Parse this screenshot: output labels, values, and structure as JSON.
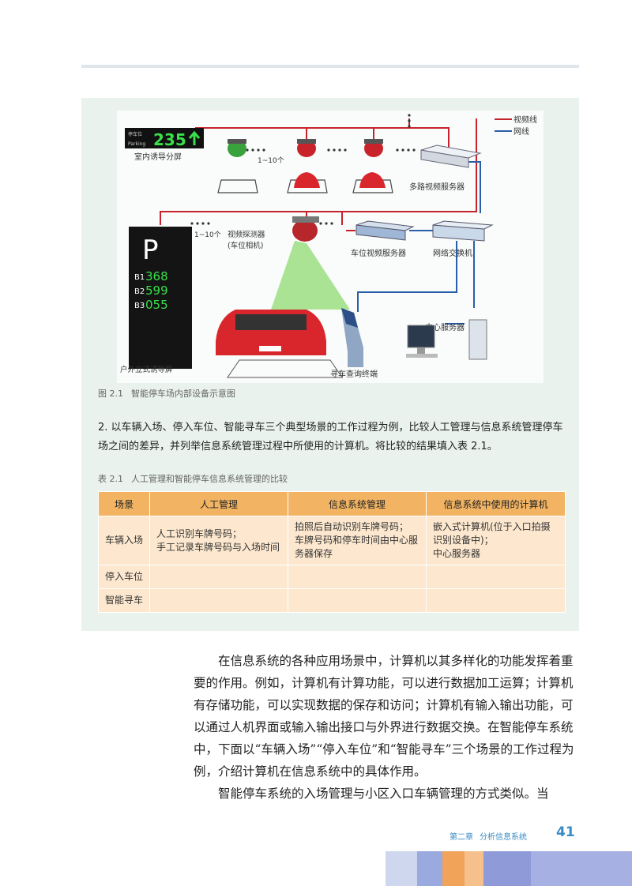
{
  "figure": {
    "legend": [
      "视频线",
      "网线"
    ],
    "indoor_sign": {
      "small_text_1": "停车位",
      "small_text_2": "Parking",
      "number": "235",
      "label": "室内诱导分屏"
    },
    "count_label_top": "1~10个",
    "count_label_mid": "1~10个",
    "multi_server": "多路视频服务器",
    "probe_label_1": "视频探测器",
    "probe_label_2": "(车位相机)",
    "slot_server": "车位视频服务器",
    "switch": "网络交换机",
    "center_server": "中心服务器",
    "kiosk": "寻车查询终端",
    "outdoor": {
      "p": "P",
      "rows": [
        {
          "k": "B1",
          "v": "368"
        },
        {
          "k": "B2",
          "v": "599"
        },
        {
          "k": "B3",
          "v": "055"
        }
      ],
      "label": "户外立式诱导屏"
    },
    "colors": {
      "video_line": "#c8222a",
      "net_line": "#2a5ea8"
    },
    "caption_no": "图 2.1",
    "caption_text": "智能停车场内部设备示意图"
  },
  "task": {
    "text": "2. 以车辆入场、停入车位、智能寻车三个典型场景的工作过程为例，比较人工管理与信息系统管理停车场之间的差异，并列举信息系统管理过程中所使用的计算机。将比较的结果填入表 2.1。"
  },
  "table": {
    "caption_no": "表 2.1",
    "caption_text": "人工管理和智能停车信息系统管理的比较",
    "headers": [
      "场景",
      "人工管理",
      "信息系统管理",
      "信息系统中使用的计算机"
    ],
    "rows": [
      {
        "scene": "车辆入场",
        "manual": [
          "人工识别车牌号码；",
          "手工记录车牌号码与入场时间"
        ],
        "system": [
          "拍照后自动识别车牌号码；",
          "车牌号码和停车时间由中心服务器保存"
        ],
        "computers": [
          "嵌入式计算机(位于入口拍摄识别设备中)；",
          "中心服务器"
        ]
      },
      {
        "scene": "停入车位",
        "manual": [],
        "system": [],
        "computers": []
      },
      {
        "scene": "智能寻车",
        "manual": [],
        "system": [],
        "computers": []
      }
    ]
  },
  "body": {
    "p1": "在信息系统的各种应用场景中，计算机以其多样化的功能发挥着重要的作用。例如，计算机有计算功能，可以进行数据加工运算；计算机有存储功能，可以实现数据的保存和访问；计算机有输入输出功能，可以通过人机界面或输入输出接口与外界进行数据交换。在智能停车系统中，下面以“车辆入场”“停入车位”和“智能寻车”三个场景的工作过程为例，介绍计算机在信息系统中的具体作用。",
    "p2": "智能停车系统的入场管理与小区入口车辆管理的方式类似。当"
  },
  "footer": {
    "chapter": "第二章",
    "chapter_title": "分析信息系统",
    "page": "41"
  }
}
